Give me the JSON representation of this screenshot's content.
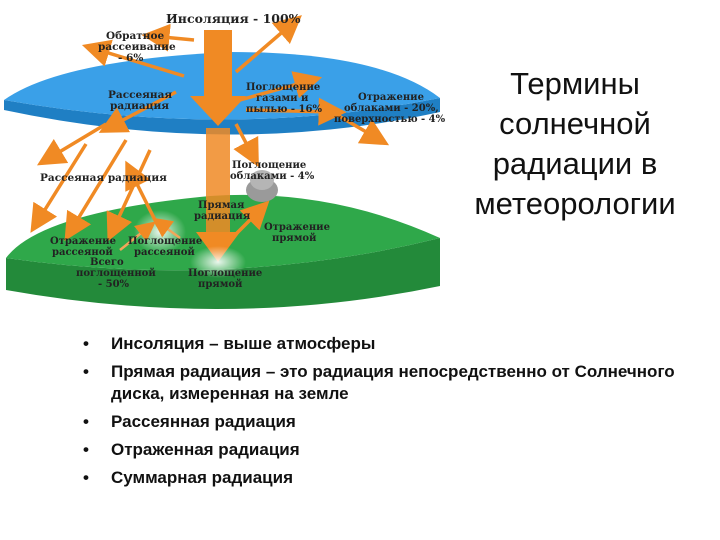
{
  "slide": {
    "title": "Термины солнечной радиации в метеорологии",
    "bullets": [
      "Инсоляция – выше атмосферы",
      "Прямая радиация – это радиация непосредственно от Солнечного диска, измеренная на земле",
      "Рассеянная радиация",
      "Отраженная радиация",
      "Суммарная радиация"
    ],
    "bullet_symbol": "•"
  },
  "diagram": {
    "colors": {
      "atmosphere": "#3aa0e8",
      "ground": "#2fa84a",
      "ground_side": "#238a3a",
      "arrow_main": "#f08a24",
      "arrow_light": "#f2a65a",
      "cloud": "#9a9a9a"
    },
    "labels": {
      "insolation": "Инсоляция - 100%",
      "backscatter_1": "Обратное",
      "backscatter_2": "рассеивание",
      "backscatter_3": "- 6%",
      "scattered_atm_1": "Рассеяная",
      "scattered_atm_2": "радиация",
      "absorb_gas_1": "Поглощение",
      "absorb_gas_2": "газами и",
      "absorb_gas_3": "пылью - 16%",
      "reflect_1": "Отражение",
      "reflect_2": "облаками - 20%,",
      "reflect_3": "поверхностью - 4%",
      "absorb_cloud_1": "Поглощение",
      "absorb_cloud_2": "облаками - 4%",
      "scattered": "Рассеяная радиация",
      "direct_1": "Прямая",
      "direct_2": "радиация",
      "reflect_direct_1": "Отражение",
      "reflect_direct_2": "прямой",
      "reflect_scat_1": "Отражение",
      "reflect_scat_2": "рассеяной",
      "absorb_scat_1": "Поглощение",
      "absorb_scat_2": "рассеяной",
      "total_1": "Всего",
      "total_2": "поглощенной",
      "total_3": "- 50%",
      "absorb_direct_1": "Поглощение",
      "absorb_direct_2": "прямой"
    }
  }
}
